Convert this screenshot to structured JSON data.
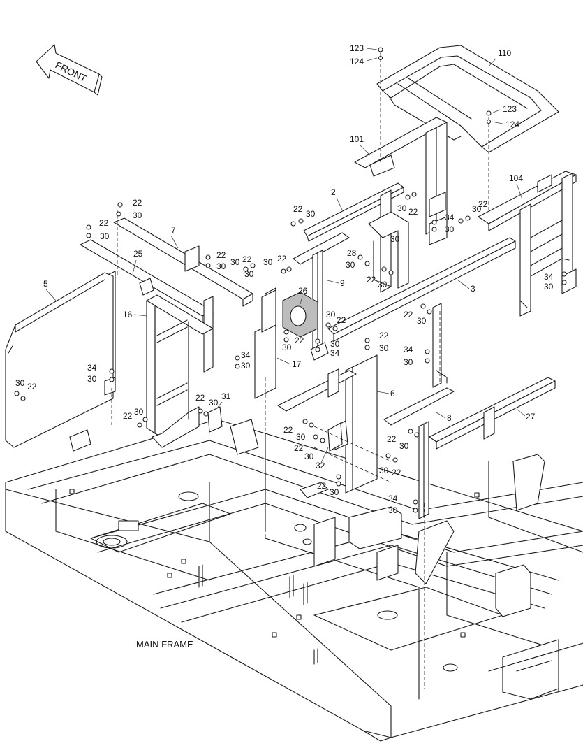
{
  "front_arrow_label": "FRONT",
  "main_frame_label": "MAIN FRAME",
  "callouts": {
    "c123a": "123",
    "c124a": "124",
    "c110": "110",
    "c123b": "123",
    "c124b": "124",
    "c101": "101",
    "c104": "104",
    "c2": "2",
    "c22a": "22",
    "c30a": "30",
    "c30b": "30",
    "c22b": "22",
    "c22c": "22",
    "c30c": "30",
    "c34a": "34",
    "c30d": "30",
    "c22d": "22",
    "c30e": "30",
    "c22e": "22",
    "c30f": "30",
    "c7": "7",
    "c22f": "22",
    "c30g": "30",
    "c22g": "22",
    "c30h": "30",
    "c25": "25",
    "c22h": "22",
    "c30i": "30",
    "c30j": "30",
    "c22i": "22",
    "c28": "28",
    "c30k": "30",
    "c9": "9",
    "c22j": "22",
    "c30l": "30",
    "c5": "5",
    "c26": "26",
    "c3": "3",
    "c34b": "34",
    "c30m": "30",
    "c16": "16",
    "c22k": "22",
    "c30n": "30",
    "c30o": "30",
    "c22l": "22",
    "c30p": "30",
    "c22m": "22",
    "c30q": "30",
    "c34c": "34",
    "c30r": "30",
    "c34d": "34",
    "c34e": "34",
    "c30s": "30",
    "c30t": "30",
    "c17": "17",
    "c34f": "34",
    "c30u": "30",
    "c30v": "30",
    "c22n": "22",
    "c6": "6",
    "c22o": "22",
    "c30w": "30",
    "c31": "31",
    "c30x": "30",
    "c22p": "22",
    "c8": "8",
    "c27": "27",
    "c22q": "22",
    "c30y": "30",
    "c22r": "22",
    "c30z": "30",
    "c22s": "22",
    "c30aa": "30",
    "c32": "32",
    "c30ab": "30",
    "c22t": "22",
    "c22u": "22",
    "c30ac": "30",
    "c34g": "34",
    "c30ad": "30"
  }
}
